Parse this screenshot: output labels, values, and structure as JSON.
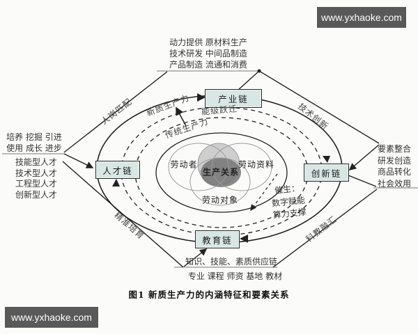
{
  "watermark": {
    "top_right": "www.yxhaoke.com",
    "bottom_left": "www.yxhaoke.com"
  },
  "caption": "图1  新质生产力的内涵特征和要素关系",
  "chains": {
    "industry": "产业链",
    "talent": "人才链",
    "innovation": "创新链",
    "education": "教育链"
  },
  "ring_labels": {
    "new_productivity": "新质生产力",
    "traditional_productivity": "传统生产力",
    "level_transition": "能级跃迁"
  },
  "edge_labels": {
    "top_left": "人岗匹配",
    "top_right": "技术创新",
    "bottom_left": "精准培育",
    "bottom_right": "科教融汇"
  },
  "venn": {
    "laborer": "劳动者",
    "labor_materials": "劳动资料",
    "labor_object": "劳动对象",
    "production_relations": "生产关系"
  },
  "spawn_note": {
    "line1": "催生：",
    "line2": "数字赋能",
    "line3": "算力支撑"
  },
  "text_blocks": {
    "top": [
      "动力提供 原材料生产",
      "技术研发 中间品制造",
      "产品制造 流通和消费"
    ],
    "left_top": [
      "培养 挖掘 引进",
      "使用 成长 进步"
    ],
    "left_bottom": [
      "技能型人才",
      "技术型人才",
      "工程型人才",
      "创新型人才"
    ],
    "right": [
      "要素整合",
      "研发创造",
      "商品转化",
      "社会效用"
    ],
    "bottom": [
      "知识、技能、素质供应链",
      "专业 课程 师资 基地 教材"
    ]
  },
  "colors": {
    "box_fill": "#d8e7e4",
    "watermark_bg": "#595959",
    "line": "#222222",
    "venn_gray": "#a9a9a9",
    "venn_dark": "#6f6f6f"
  }
}
